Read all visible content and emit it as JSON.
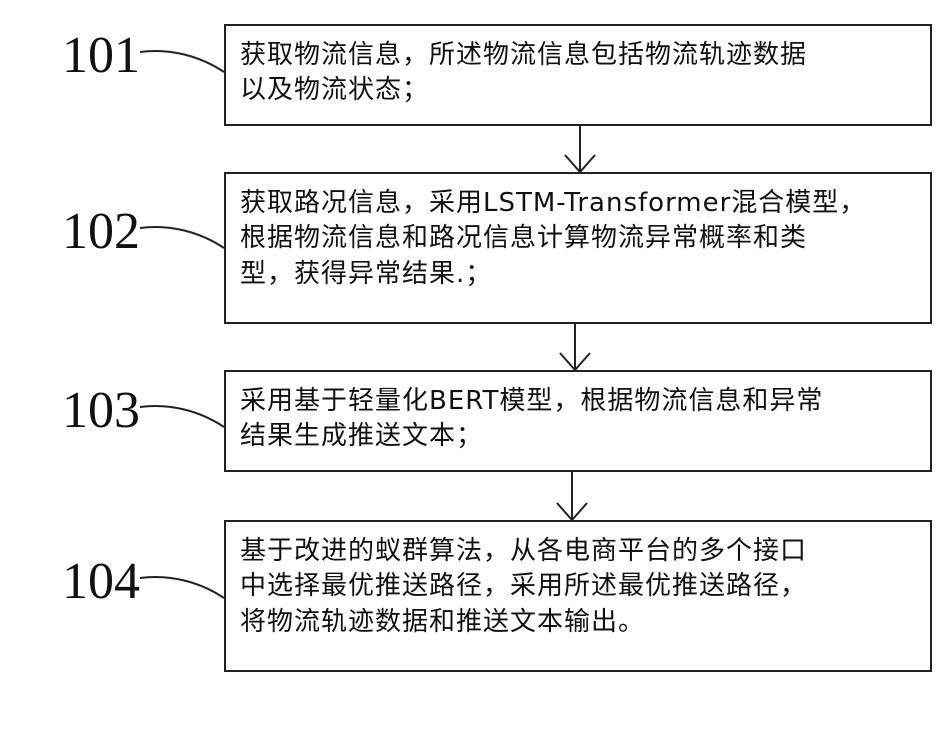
{
  "steps": [
    {
      "id": "101",
      "lines": [
        "获取物流信息，所述物流信息包括物流轨迹数据",
        "以及物流状态；"
      ]
    },
    {
      "id": "102",
      "lines": [
        "获取路况信息，采用LSTM-Transformer混合模型，",
        "根据物流信息和路况信息计算物流异常概率和类",
        "型，获得异常结果.；"
      ]
    },
    {
      "id": "103",
      "lines": [
        "采用基于轻量化BERT模型，根据物流信息和异常",
        "结果生成推送文本；"
      ]
    },
    {
      "id": "104",
      "lines": [
        "基于改进的蚁群算法，从各电商平台的多个接口",
        "中选择最优推送路径，采用所述最优推送路径，",
        "将物流轨迹数据和推送文本输出。"
      ]
    }
  ]
}
